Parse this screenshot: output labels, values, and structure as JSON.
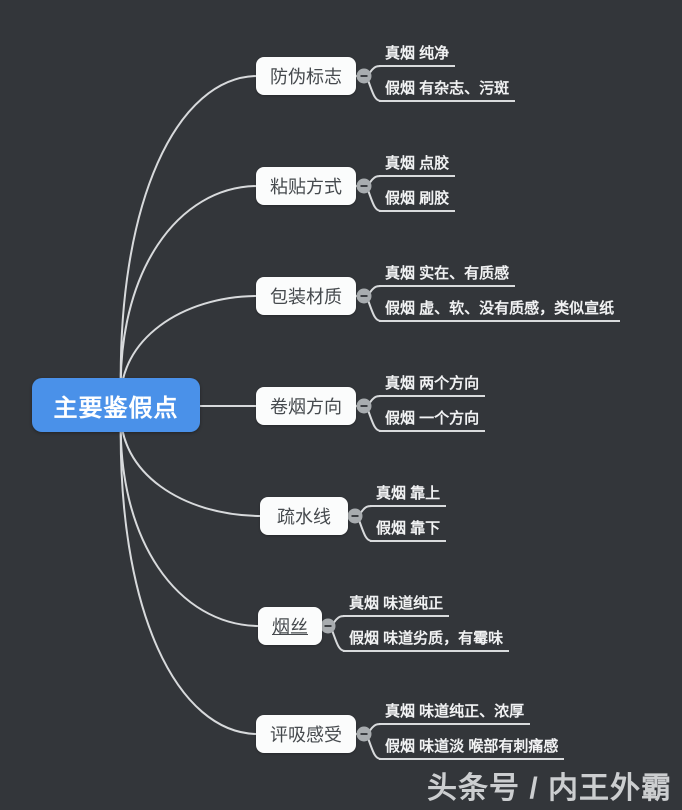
{
  "app": {
    "background_color": "#33363A",
    "accent_color": "#4A91E9",
    "edge_color": "#D8DADC"
  },
  "map": {
    "root": {
      "label": "主要鉴假点"
    },
    "branches": [
      {
        "label": "防伪标志",
        "genuine": "真烟 纯净",
        "fake": "假烟 有杂志、污斑"
      },
      {
        "label": "粘贴方式",
        "genuine": "真烟 点胶",
        "fake": "假烟 刷胶"
      },
      {
        "label": "包装材质",
        "genuine": "真烟 实在、有质感",
        "fake": "假烟 虚、软、没有质感，类似宣纸"
      },
      {
        "label": "卷烟方向",
        "genuine": "真烟 两个方向",
        "fake": "假烟 一个方向"
      },
      {
        "label": "疏水线",
        "genuine": "真烟 靠上",
        "fake": "假烟 靠下"
      },
      {
        "label": "烟丝",
        "genuine": "真烟 味道纯正",
        "fake": "假烟 味道劣质，有霉味"
      },
      {
        "label": "评吸感受",
        "genuine": "真烟 味道纯正、浓厚",
        "fake": "假烟 味道淡 喉部有刺痛感"
      }
    ],
    "collapse_icon_glyph": "−"
  },
  "watermark": {
    "text": "头条号 / 内王外霸"
  }
}
